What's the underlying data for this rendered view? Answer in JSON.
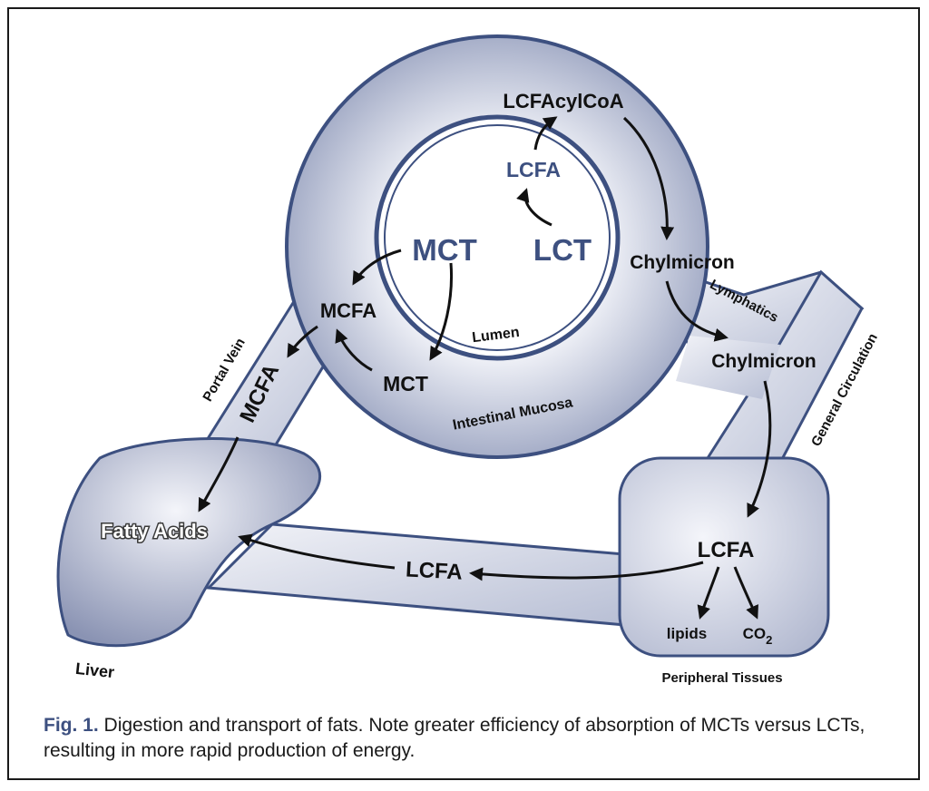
{
  "diagram": {
    "labels": {
      "lcfa_acyl_coa": "LCFAcylCoA",
      "lcfa_inner": "LCFA",
      "mct_inner": "MCT",
      "lct_inner": "LCT",
      "chylmicron_1": "Chylmicron",
      "chylmicron_2": "Chylmicron",
      "mcfa_upper": "MCFA",
      "mct_lower": "MCT",
      "mcfa_vein": "MCFA",
      "lumen": "Lumen",
      "intestinal_mucosa": "Intestinal Mucosa",
      "portal_vein": "Portal Vein",
      "lymphatics": "Lymphatics",
      "general_circulation": "General Circulation",
      "fatty_acids": "Fatty Acids",
      "liver": "Liver",
      "lcfa_tissue": "LCFA",
      "lcfa_duct": "LCFA",
      "lipids": "lipids",
      "co2_main": "CO",
      "co2_sub": "2",
      "peripheral_tissues": "Peripheral Tissues"
    },
    "colors": {
      "structure_fill_light": "#eceef5",
      "structure_fill_dark": "#a6aec8",
      "structure_stroke": "#3d5080",
      "lumen_text": "#3d5080",
      "arrow": "#111111"
    }
  },
  "caption": {
    "fig_number": "Fig. 1.",
    "text": " Digestion and transport of fats. Note greater efficiency of absorption of MCTs versus LCTs, resulting in more rapid production of energy."
  }
}
